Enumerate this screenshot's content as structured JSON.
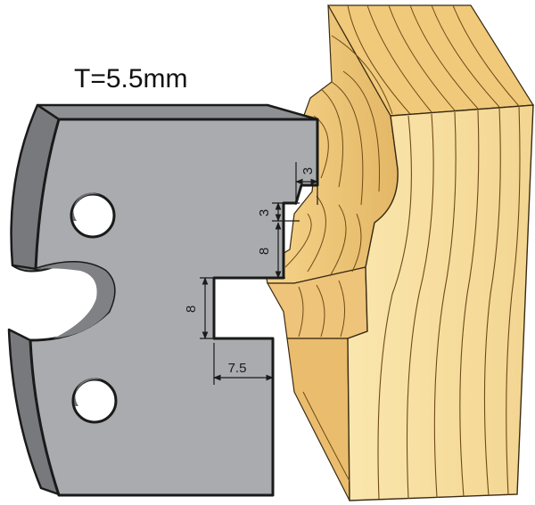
{
  "diagram": {
    "thickness_label": "T=5.5mm",
    "dimensions": {
      "top_step": "3",
      "lower_step": "3",
      "left_height": "8",
      "slot_height": "8",
      "slot_width": "7.5"
    }
  },
  "colors": {
    "blade_face": "#a9abae",
    "blade_side": "#77797c",
    "blade_outline": "#1a1a1a",
    "wood_light": "#f9dd99",
    "wood_mid": "#eac173",
    "wood_dark": "#c38d3c",
    "wood_grain": "#6e4a17"
  }
}
